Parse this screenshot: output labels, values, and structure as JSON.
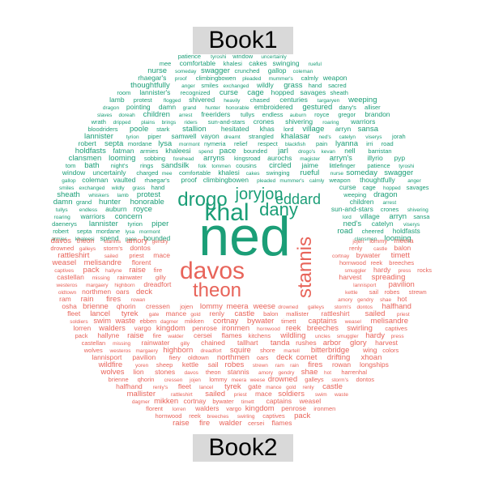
{
  "chart_data": {
    "type": "comparison_wordcloud",
    "groups": [
      {
        "name": "Book1",
        "color": "#1b9e77"
      },
      {
        "name": "Book2",
        "color": "#e8645a"
      }
    ],
    "words": {
      "Book1": [
        [
          "patience",
          1
        ],
        [
          "tyroshi",
          1
        ],
        [
          "window",
          1
        ],
        [
          "uncertainly",
          1
        ],
        [
          "charged",
          1
        ],
        [
          "mee",
          1
        ],
        [
          "comfortable",
          1
        ],
        [
          "khalesi",
          1
        ],
        [
          "cakes",
          1
        ],
        [
          "swinging",
          1
        ],
        [
          "rueful",
          1
        ],
        [
          "nurse",
          1
        ],
        [
          "someday",
          1
        ],
        [
          "swagger",
          1
        ],
        [
          "crunched",
          1
        ],
        [
          "gallop",
          1
        ],
        [
          "coleman",
          1
        ],
        [
          "vaulted",
          1
        ],
        [
          "rhaegar's",
          1
        ],
        [
          "proof",
          1
        ],
        [
          "climbingbowen",
          1
        ],
        [
          "pleaded",
          1
        ],
        [
          "mummer's",
          1
        ],
        [
          "calmly",
          1
        ],
        [
          "weapon",
          1
        ],
        [
          "thoughtfully",
          1
        ],
        [
          "anger",
          1
        ],
        [
          "smiles",
          1
        ],
        [
          "exchanged",
          1
        ],
        [
          "wildly",
          1
        ],
        [
          "grass",
          1
        ],
        [
          "hand",
          1
        ],
        [
          "sacred",
          1
        ],
        [
          "gallant",
          1
        ],
        [
          "room",
          1
        ],
        [
          "lannister's",
          1
        ],
        [
          "recognized",
          1
        ],
        [
          "curse",
          1
        ],
        [
          "cage",
          1
        ],
        [
          "hopped",
          1
        ],
        [
          "savages",
          1
        ],
        [
          "sheath",
          1
        ],
        [
          "whiskers",
          1
        ],
        [
          "lamb",
          1
        ],
        [
          "protest",
          1
        ],
        [
          "flogged",
          1
        ],
        [
          "shivered",
          1
        ],
        [
          "heavily",
          1
        ],
        [
          "chased",
          1
        ],
        [
          "centuries",
          1
        ],
        [
          "targaryen",
          1
        ],
        [
          "weeping",
          1
        ],
        [
          "dragon",
          1
        ],
        [
          "pointing",
          1
        ],
        [
          "damn",
          1
        ],
        [
          "grand",
          1
        ],
        [
          "hunter",
          1
        ],
        [
          "honorable",
          1
        ],
        [
          "embroidered",
          1
        ],
        [
          "gestured",
          1
        ],
        [
          "dany's",
          1
        ],
        [
          "alliser",
          1
        ],
        [
          "slaves",
          1
        ],
        [
          "doreah",
          1
        ],
        [
          "children",
          1
        ],
        [
          "arrest",
          1
        ],
        [
          "freeriders",
          1
        ],
        [
          "tullys",
          1
        ],
        [
          "endless",
          1
        ],
        [
          "auburn",
          1
        ],
        [
          "royce",
          1
        ],
        [
          "gregor",
          1
        ],
        [
          "brandon",
          1
        ],
        [
          "wrath",
          1
        ],
        [
          "dripped",
          1
        ],
        [
          "plains",
          1
        ],
        [
          "brings",
          1
        ],
        [
          "riders",
          1
        ],
        [
          "sun-and-stars",
          1
        ],
        [
          "crones",
          1
        ],
        [
          "shivering",
          1
        ],
        [
          "roaring",
          1
        ],
        [
          "warriors",
          1
        ],
        [
          "concern",
          1
        ],
        [
          "bloodriders",
          1
        ],
        [
          "poole",
          1
        ],
        [
          "stark",
          1
        ],
        [
          "stallion",
          1
        ],
        [
          "hesitated",
          1
        ],
        [
          "khas",
          1
        ],
        [
          "lord",
          1
        ],
        [
          "village",
          1
        ],
        [
          "arryn",
          1
        ],
        [
          "sansa",
          1
        ],
        [
          "daenerys",
          1
        ],
        [
          "lannister",
          1
        ],
        [
          "tyrion",
          1
        ],
        [
          "piper",
          1
        ],
        [
          "samwell",
          1
        ],
        [
          "vayon",
          1
        ],
        [
          "dreamt",
          1
        ],
        [
          "strangled",
          1
        ],
        [
          "khalasar",
          1
        ],
        [
          "ned's",
          1
        ],
        [
          "catelyn",
          1
        ],
        [
          "viserys",
          1
        ],
        [
          "jorah",
          1
        ],
        [
          "robert",
          1
        ],
        [
          "septa",
          1
        ],
        [
          "mordane",
          1
        ],
        [
          "lysa",
          1
        ],
        [
          "mormont",
          1
        ],
        [
          "nymeria",
          1
        ],
        [
          "relief",
          1
        ],
        [
          "respect",
          1
        ],
        [
          "blackfish",
          1
        ],
        [
          "pain",
          1
        ],
        [
          "lyanna",
          1
        ],
        [
          "irri",
          1
        ],
        [
          "road",
          1
        ],
        [
          "cheered",
          1
        ],
        [
          "holdfasts",
          1
        ],
        [
          "fatman",
          1
        ],
        [
          "armies",
          1
        ],
        [
          "khaleesi",
          1
        ],
        [
          "spend",
          1
        ],
        [
          "pace",
          1
        ],
        [
          "bounded",
          1
        ],
        [
          "jarl",
          1
        ],
        [
          "drogo's",
          1
        ],
        [
          "kevan",
          1
        ],
        [
          "nell",
          1
        ],
        [
          "barristan",
          1
        ],
        [
          "silently",
          1
        ],
        [
          "clansmen",
          1
        ],
        [
          "looming",
          1
        ],
        [
          "sobbing",
          1
        ],
        [
          "forehead",
          1
        ],
        [
          "arryns",
          1
        ],
        [
          "kingsroad",
          1
        ],
        [
          "aurochs",
          1
        ],
        [
          "magister",
          1
        ],
        [
          "arryn's",
          1
        ],
        [
          "illyrio",
          1
        ],
        [
          "pyp",
          1
        ],
        [
          "qotho",
          1
        ],
        [
          "tom",
          1
        ],
        [
          "bath",
          1
        ],
        [
          "night's",
          1
        ],
        [
          "rings",
          1
        ],
        [
          "sandsilk",
          1
        ],
        [
          "folk",
          1
        ],
        [
          "tommen",
          1
        ],
        [
          "cousins",
          1
        ],
        [
          "circled",
          1
        ],
        [
          "jaime",
          1
        ],
        [
          "littlefinger",
          1
        ]
      ],
      "Book2": [
        [
          "davos",
          1
        ],
        [
          "theon",
          1
        ],
        [
          "stannis",
          1
        ],
        [
          "amory",
          1
        ],
        [
          "gendry",
          1
        ],
        [
          "shae",
          1
        ],
        [
          "hot",
          1
        ],
        [
          "harrenhal",
          1
        ],
        [
          "osha",
          1
        ],
        [
          "brienne",
          1
        ],
        [
          "qhorin",
          1
        ],
        [
          "cressen",
          1
        ],
        [
          "jojen",
          1
        ],
        [
          "lommy",
          1
        ],
        [
          "meera",
          1
        ],
        [
          "weese",
          1
        ],
        [
          "drowned",
          1
        ],
        [
          "galleys",
          1
        ],
        [
          "storm's",
          1
        ],
        [
          "dontos",
          1
        ],
        [
          "halfhand",
          1
        ],
        [
          "renly's",
          1
        ],
        [
          "fleet",
          1
        ],
        [
          "lancel",
          1
        ],
        [
          "tyrek",
          1
        ],
        [
          "gate",
          1
        ],
        [
          "mance",
          1
        ],
        [
          "gold",
          1
        ],
        [
          "renly",
          1
        ],
        [
          "castle",
          1
        ],
        [
          "balon",
          1
        ],
        [
          "mallister",
          1
        ],
        [
          "rattleshirt",
          1
        ],
        [
          "sailed",
          1
        ],
        [
          "priest",
          1
        ],
        [
          "mace",
          1
        ],
        [
          "soldiers",
          1
        ],
        [
          "swim",
          1
        ],
        [
          "waste",
          1
        ],
        [
          "ebben",
          1
        ],
        [
          "dagmer",
          1
        ],
        [
          "mikken",
          1
        ],
        [
          "cortnay",
          1
        ],
        [
          "bywater",
          1
        ],
        [
          "timett",
          1
        ],
        [
          "captains",
          1
        ],
        [
          "weasel",
          1
        ],
        [
          "melisandre",
          1
        ],
        [
          "florent",
          1
        ],
        [
          "lorren",
          1
        ],
        [
          "walders",
          1
        ],
        [
          "vargo",
          1
        ],
        [
          "kingdom",
          1
        ],
        [
          "penrose",
          1
        ],
        [
          "ironmen",
          1
        ],
        [
          "hornwood",
          1
        ],
        [
          "reek",
          1
        ],
        [
          "breeches",
          1
        ],
        [
          "swirling",
          1
        ],
        [
          "captives",
          1
        ],
        [
          "pack",
          1
        ],
        [
          "hallyne",
          1
        ],
        [
          "raise",
          1
        ],
        [
          "fire",
          1
        ],
        [
          "walder",
          1
        ],
        [
          "cersei",
          1
        ],
        [
          "flames",
          1
        ],
        [
          "kitchens",
          1
        ],
        [
          "wildling",
          1
        ],
        [
          "uncles",
          1
        ],
        [
          "smuggler",
          1
        ],
        [
          "hardy",
          1
        ],
        [
          "press",
          1
        ],
        [
          "rocks",
          1
        ],
        [
          "castellan",
          1
        ],
        [
          "missing",
          1
        ],
        [
          "rainwater",
          1
        ],
        [
          "gilly",
          1
        ],
        [
          "chained",
          1
        ],
        [
          "tallhart",
          1
        ],
        [
          "tanda",
          1
        ],
        [
          "rushes",
          1
        ],
        [
          "arbor",
          1
        ],
        [
          "glory",
          1
        ],
        [
          "harvest",
          1
        ],
        [
          "spreading",
          1
        ],
        [
          "wolves",
          1
        ],
        [
          "westeros",
          1
        ],
        [
          "margaery",
          1
        ],
        [
          "highborn",
          1
        ],
        [
          "dreadfort",
          1
        ],
        [
          "squire",
          1
        ],
        [
          "shore",
          1
        ],
        [
          "martell",
          1
        ],
        [
          "bitterbridge",
          1
        ],
        [
          "wing",
          1
        ],
        [
          "colors",
          1
        ],
        [
          "lannisport",
          1
        ],
        [
          "pavilion",
          1
        ],
        [
          "fiery",
          1
        ],
        [
          "oldtown",
          1
        ],
        [
          "northmen",
          1
        ],
        [
          "oars",
          1
        ],
        [
          "deck",
          1
        ],
        [
          "comet",
          1
        ],
        [
          "drifting",
          1
        ],
        [
          "xhoan",
          1
        ],
        [
          "escape",
          1
        ],
        [
          "wildfire",
          1
        ],
        [
          "yoren",
          1
        ],
        [
          "sheep",
          1
        ],
        [
          "kettle",
          1
        ],
        [
          "sail",
          1
        ],
        [
          "robes",
          1
        ],
        [
          "strewn",
          1
        ],
        [
          "ram",
          1
        ],
        [
          "rain",
          1
        ],
        [
          "fires",
          1
        ],
        [
          "rowan",
          1
        ],
        [
          "longships",
          1
        ],
        [
          "wolves",
          1
        ],
        [
          "lion",
          1
        ],
        [
          "stones",
          1
        ]
      ],
      "center": [
        {
          "word": "ned",
          "group": "Book1",
          "weight": 10
        },
        {
          "word": "khal",
          "group": "Book1",
          "weight": 4
        },
        {
          "word": "drogo",
          "group": "Book1",
          "weight": 4
        },
        {
          "word": "dany",
          "group": "Book1",
          "weight": 3.2
        },
        {
          "word": "joryjon",
          "group": "Book1",
          "weight": 3.2
        },
        {
          "word": "eddard",
          "group": "Book1",
          "weight": 3
        },
        {
          "word": "davos",
          "group": "Book2",
          "weight": 4
        },
        {
          "word": "theon",
          "group": "Book2",
          "weight": 4
        },
        {
          "word": "stannis",
          "group": "Book2",
          "weight": 3.2
        }
      ]
    }
  },
  "labels": {
    "top": "Book1",
    "bottom": "Book2"
  }
}
